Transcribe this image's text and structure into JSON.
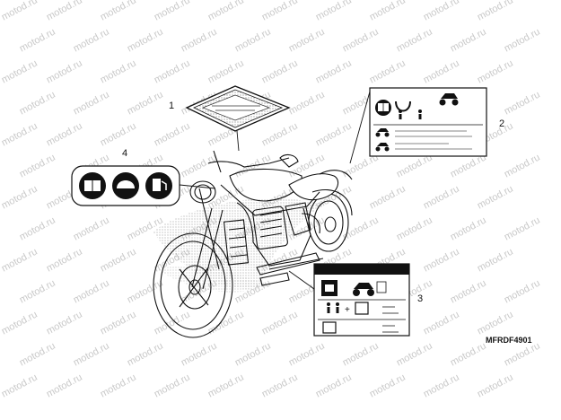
{
  "watermark": {
    "text": "motod.ru"
  },
  "callouts": [
    {
      "id": "1",
      "label": "1"
    },
    {
      "id": "2",
      "label": "2"
    },
    {
      "id": "3",
      "label": "3"
    },
    {
      "id": "4",
      "label": "4"
    }
  ],
  "diagram_code": "MFRDF4901",
  "icons": [
    "book-icon",
    "helmet-icon",
    "fuel-pump-icon",
    "person-icon",
    "luggage-icon",
    "motorcycle-icon"
  ]
}
